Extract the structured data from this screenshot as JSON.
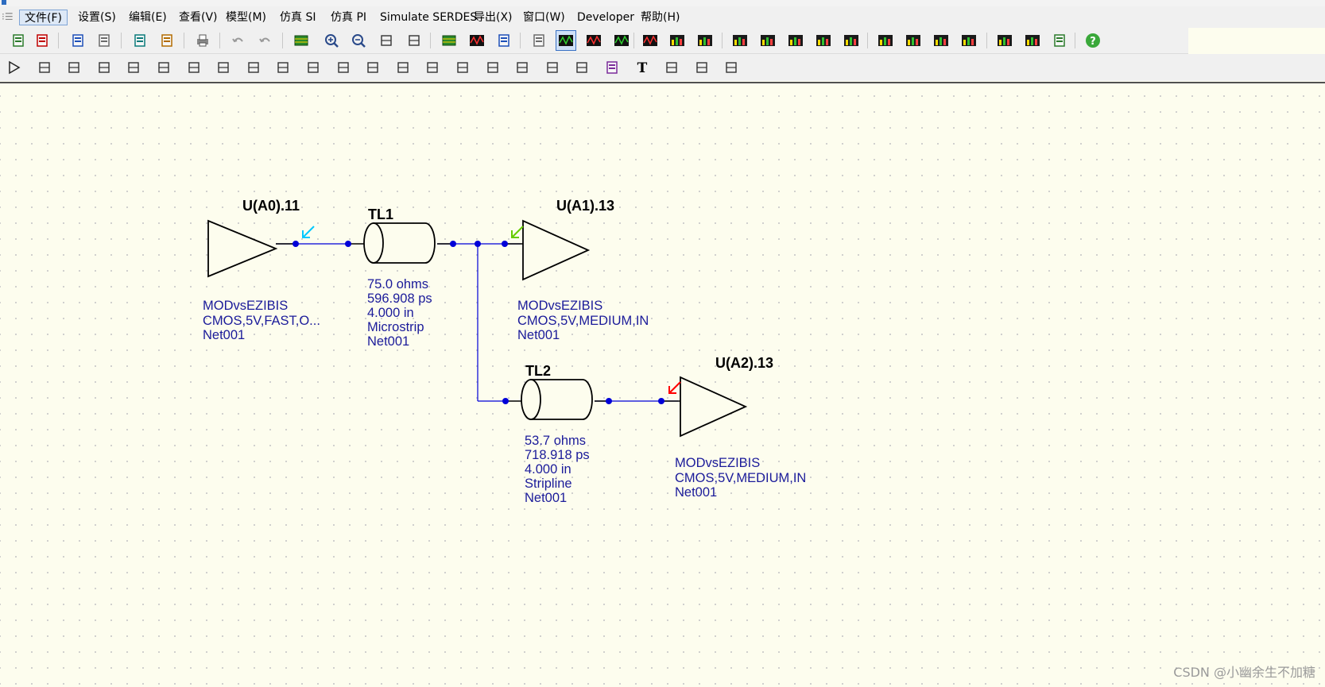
{
  "menu": [
    {
      "label": "文件(F)",
      "acc": "",
      "selected": true
    },
    {
      "label": "设置(S)",
      "acc": "",
      "selected": false
    },
    {
      "label": "编辑(E)",
      "acc": "",
      "selected": false
    },
    {
      "label": "查看(V)",
      "acc": "",
      "selected": false
    },
    {
      "label": "模型(M)",
      "acc": "",
      "selected": false
    },
    {
      "label": "仿真 SI",
      "acc": "",
      "selected": false
    },
    {
      "label": "仿真 PI",
      "acc": "",
      "selected": false
    },
    {
      "label": "Simulate SERDES",
      "acc": "",
      "selected": false
    },
    {
      "label": "导出(X)",
      "acc": "",
      "selected": false
    },
    {
      "label": "窗口(W)",
      "acc": "",
      "selected": false
    },
    {
      "label": "Developer",
      "acc": "",
      "selected": false
    },
    {
      "label": "帮助(H)",
      "acc": "",
      "selected": false
    }
  ],
  "toolbar1_icons": [
    "new-schematic-icon",
    "open-icon",
    "new-board-icon",
    "open-board-icon",
    "save-icon",
    "save-all-icon",
    "print-icon",
    "undo-icon",
    "redo-icon",
    "interactive-edit-icon",
    "zoom-in-icon",
    "zoom-out-icon",
    "zoom-fit-icon",
    "pan-icon",
    "spreadsheet-icon",
    "waveform-icon",
    "report-icon",
    "probe-icon",
    "scope-icon",
    "sweep-icon",
    "eye-diagram-icon",
    "signal-icon",
    "crosstalk-icon",
    "table-icon",
    "chart-icon",
    "histogram-icon",
    "bars-icon",
    "data-icon",
    "graph-icon",
    "analysis-icon",
    "frequency-icon",
    "amplitude-icon",
    "ami-icon",
    "color-map-icon",
    "batch-icon",
    "export-icon",
    "help-icon"
  ],
  "toolbar2_icons": [
    "buffer-icon",
    "ic-icon",
    "transmission-line-icon",
    "coupled-line-icon",
    "connector-icon",
    "resistor-icon",
    "capacitor-icon",
    "inductor-icon",
    "coupling-icon",
    "cable-icon",
    "via-icon",
    "ferrite-icon",
    "stub-icon",
    "source-icon",
    "series-icon",
    "ground-icon",
    "package-icon",
    "terminator-icon",
    "network-icon",
    "bus-icon",
    "probe-point-icon",
    "text-icon",
    "node-icon",
    "link-icon",
    "measure-icon"
  ],
  "schematic": {
    "drivers": [
      {
        "ref": "U(A0).11",
        "model": "MODvsEZIBIS",
        "tech": "CMOS,5V,FAST,O...",
        "net": "Net001",
        "arrow_color": "#00c8ff"
      },
      {
        "ref": "U(A1).13",
        "model": "MODvsEZIBIS",
        "tech": "CMOS,5V,MEDIUM,IN",
        "net": "Net001",
        "arrow_color": "#66cc00"
      },
      {
        "ref": "U(A2).13",
        "model": "MODvsEZIBIS",
        "tech": "CMOS,5V,MEDIUM,IN",
        "net": "Net001",
        "arrow_color": "#ff0000"
      }
    ],
    "tlines": [
      {
        "ref": "TL1",
        "impedance": "75.0 ohms",
        "delay": "596.908 ps",
        "length": "4.000 in",
        "type": "Microstrip",
        "net": "Net001"
      },
      {
        "ref": "TL2",
        "impedance": "53.7 ohms",
        "delay": "718.918 ps",
        "length": "4.000 in",
        "type": "Stripline",
        "net": "Net001"
      }
    ],
    "colors": {
      "wire": "#0000d8",
      "label": "#1b1b9a",
      "symbol": "#000000"
    }
  },
  "watermark": "CSDN @小幽余生不加糖"
}
